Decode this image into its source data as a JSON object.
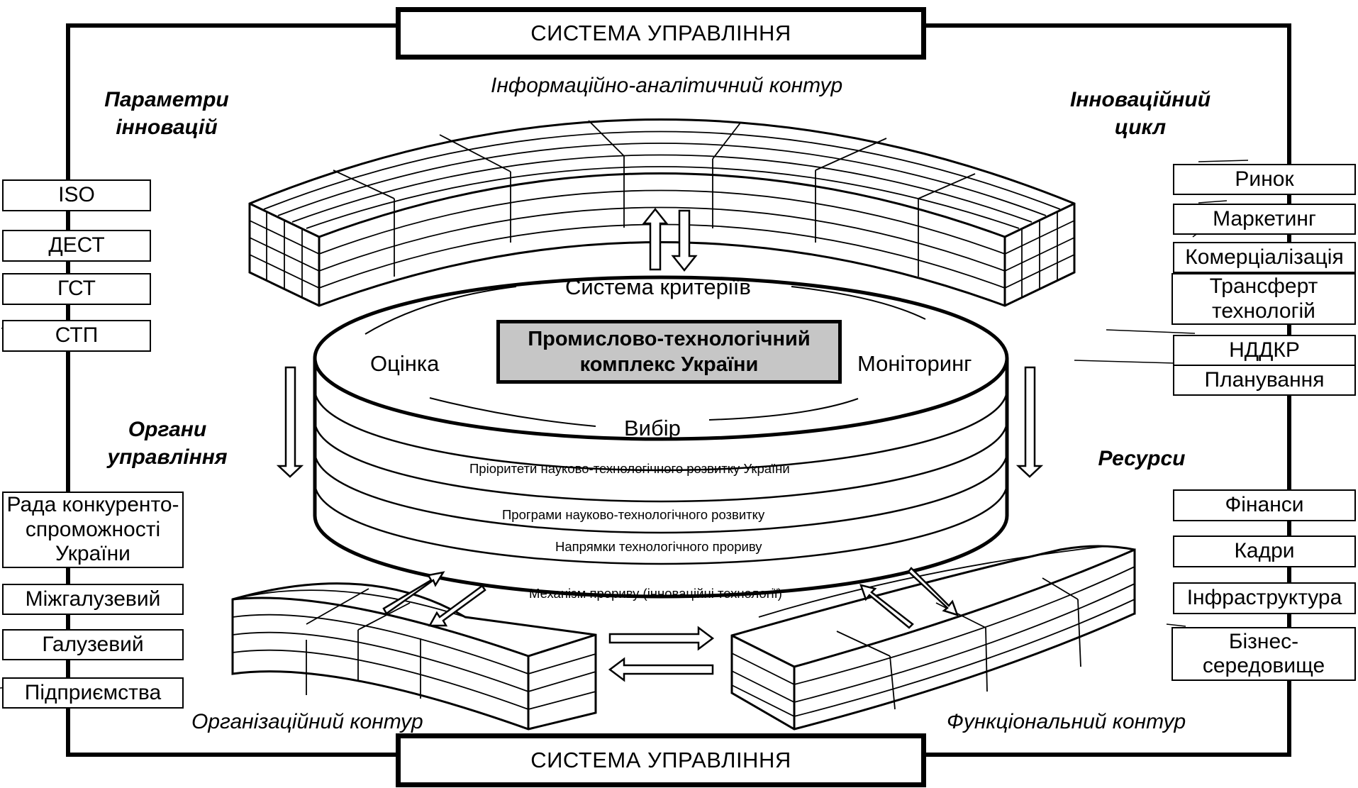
{
  "title_top": "СИСТЕМА УПРАВЛІННЯ",
  "title_bottom": "СИСТЕМА УПРАВЛІННЯ",
  "contours": {
    "info": "Інформаційно-аналітичний контур",
    "org": "Організаційний контур",
    "func": "Функціональний контур"
  },
  "headings": {
    "params": "Параметри\nінновацій",
    "cycle": "Інноваційний\nцикл",
    "organs": "Органи\nуправління",
    "resources": "Ресурси"
  },
  "left_params": [
    "ISO",
    "ДЕСТ",
    "ГСТ",
    "СТП"
  ],
  "left_organs": [
    "Рада конкуренто-\nспроможності\nУкраїни",
    "Міжгалузевий",
    "Галузевий",
    "Підприємства"
  ],
  "right_cycle": [
    "Ринок",
    "Маркетинг",
    "Комерціалізація",
    "Трансферт\nтехнологій",
    "НДДКР",
    "Планування"
  ],
  "right_resources": [
    "Фінанси",
    "Кадри",
    "Інфраструктура",
    "Бізнес-\nсередовище"
  ],
  "center": {
    "criteria": "Система критеріїв",
    "complex": "Промислово-технологічний\nкомплекс України",
    "evaluation": "Оцінка",
    "monitoring": "Моніторинг",
    "choice": "Вибір"
  },
  "layers": [
    "Пріоритети науково-технологічного розвитку України",
    "Програми науково-технологічного розвитку",
    "Напрямки технологічного прориву",
    "Механізм прориву (інноваційні технології)"
  ],
  "colors": {
    "line": "#000000",
    "fill": "#ffffff",
    "center_box": "#c6c6c6"
  }
}
